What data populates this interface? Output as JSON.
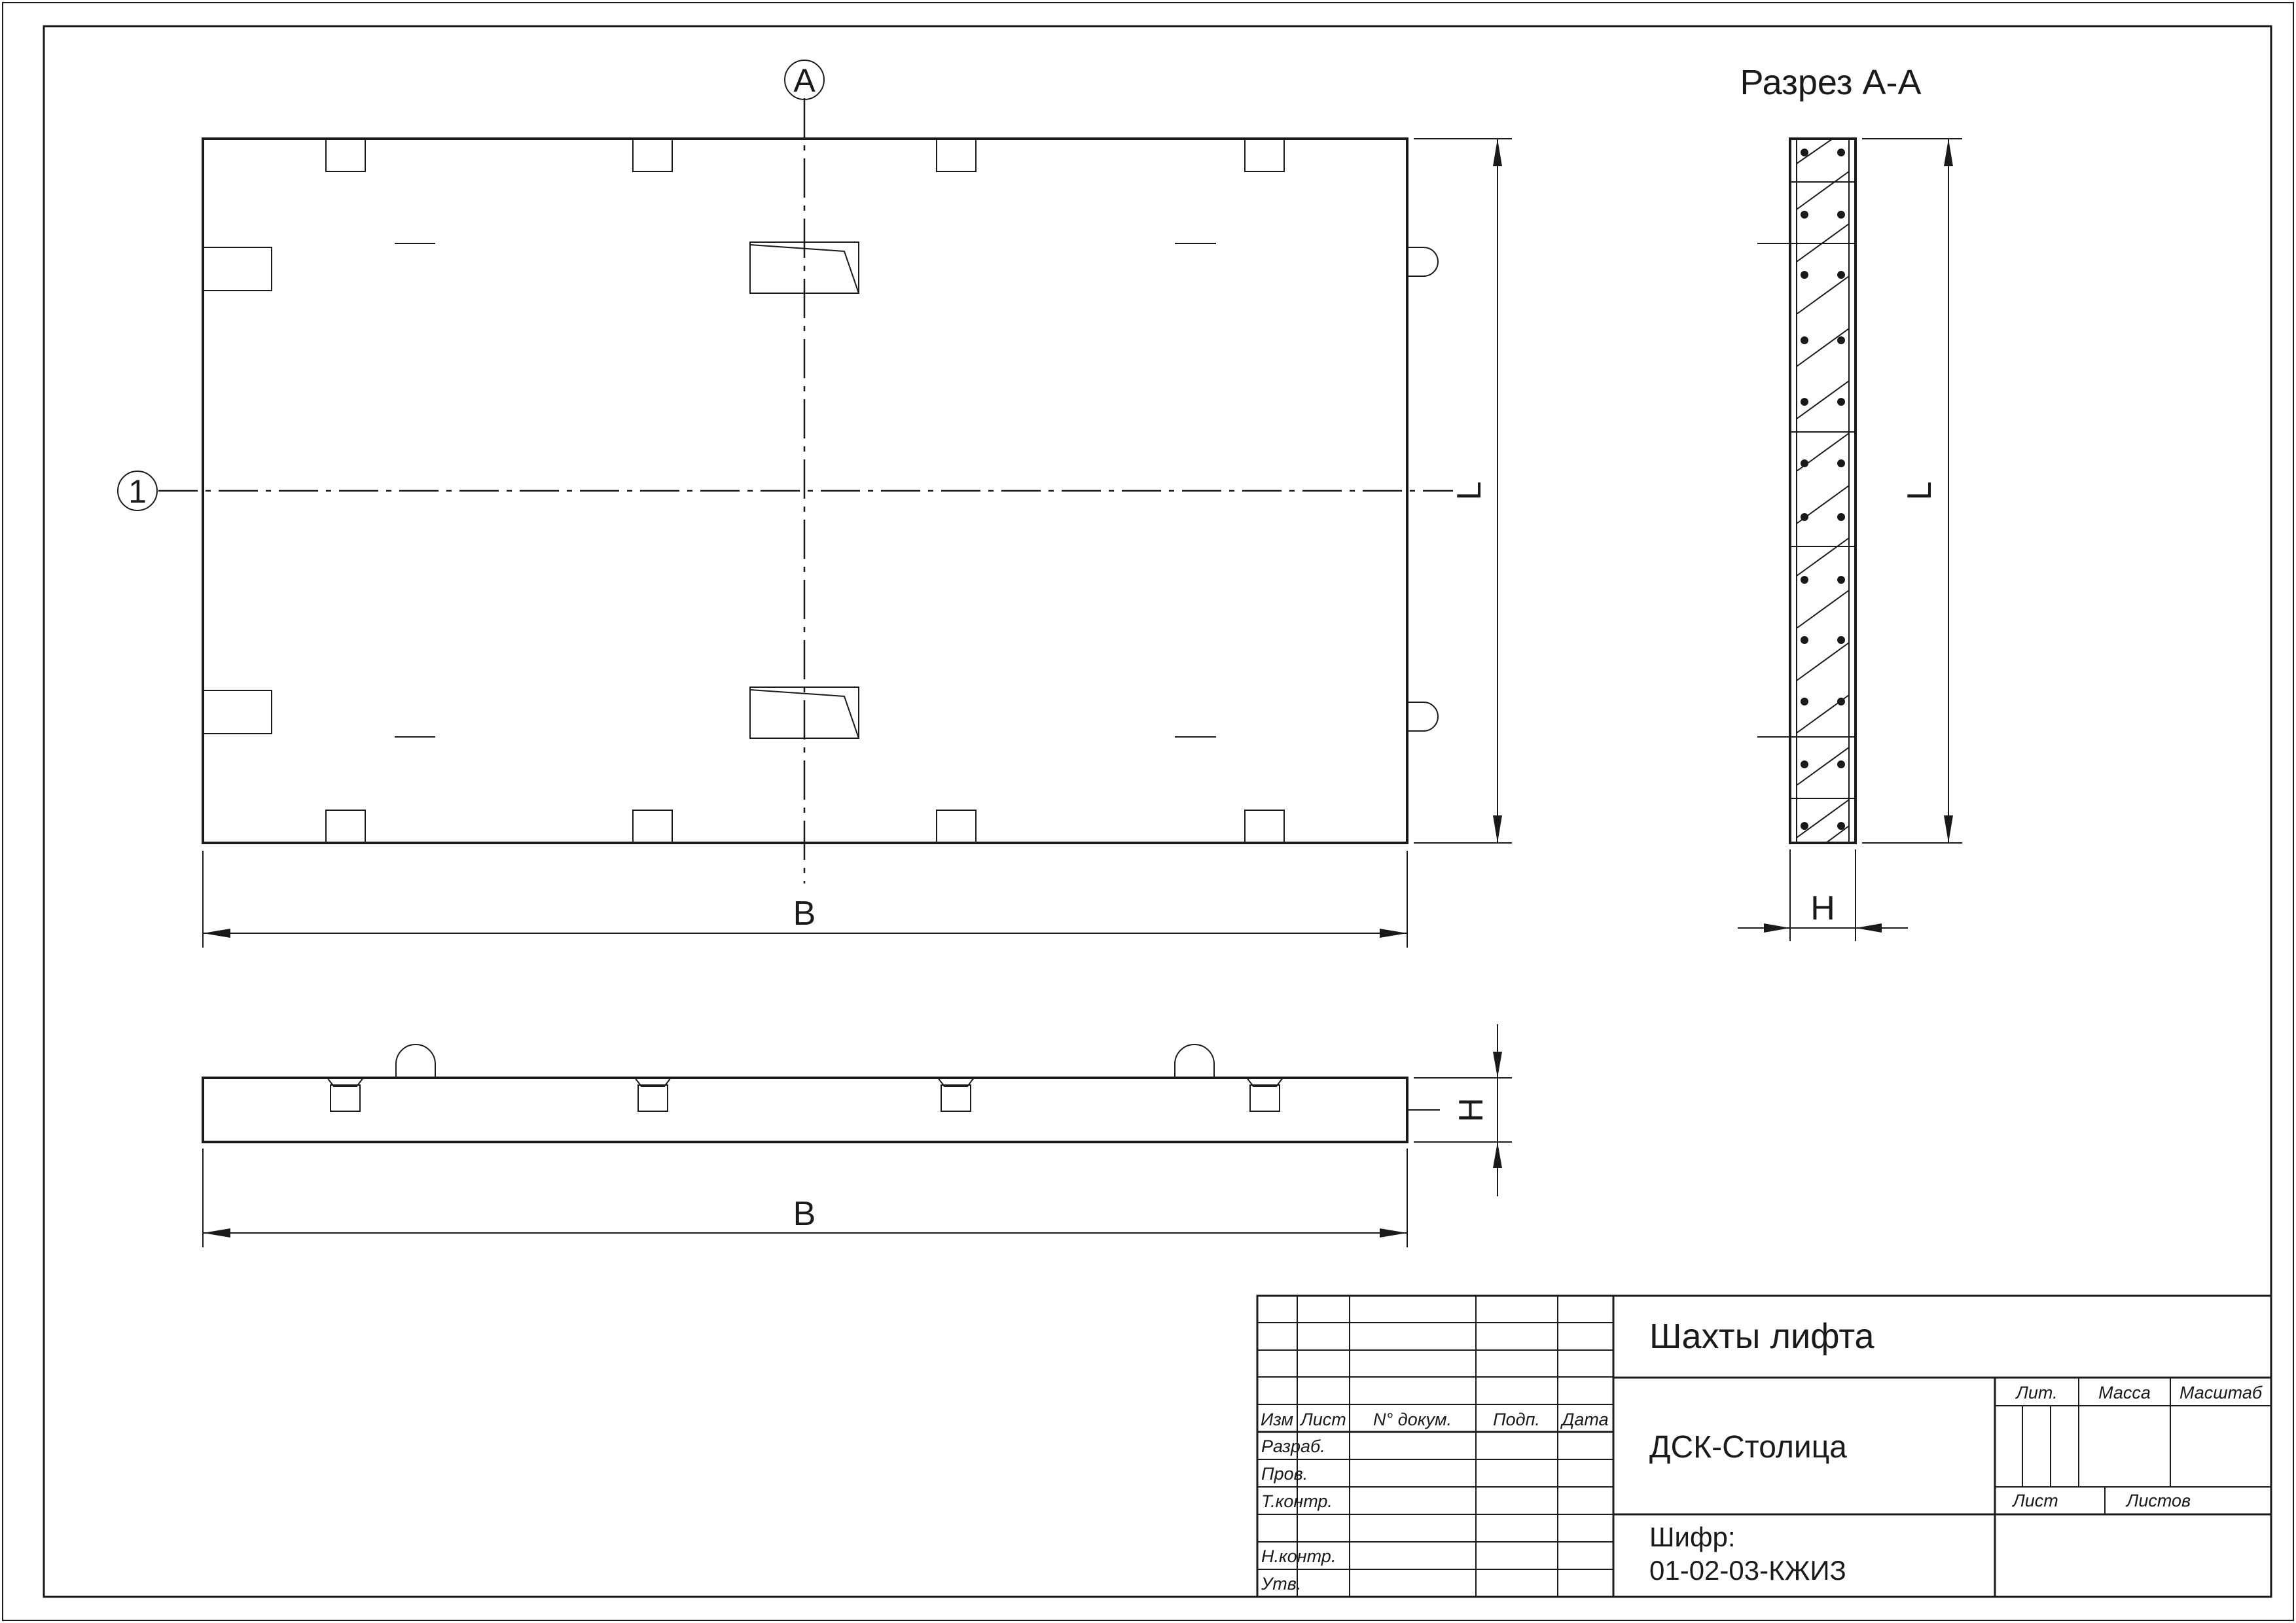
{
  "labels": {
    "axis_letter": "A",
    "axis_number": "1",
    "section_title": "Разрез А-А",
    "dim_b_plan": "B",
    "dim_b_elev": "B",
    "dim_l_plan": "L",
    "dim_l_section": "L",
    "dim_h_section": "H",
    "dim_h_elev": "H"
  },
  "title_block": {
    "title": "Шахты лифта",
    "organization": "ДСК-Столица",
    "code_label": "Шифр:",
    "code_value": "01-02-03-КЖИЗ",
    "columns": {
      "izm": "Изм",
      "list": "Лист",
      "doc": "N° докум.",
      "sign": "Подп.",
      "date": "Дата"
    },
    "rows": {
      "razrab": "Разраб.",
      "prov": "Пров.",
      "tkontr": "Т.контр.",
      "nkontr": "Н.контр.",
      "utv": "Утв."
    },
    "right_headers": {
      "lit": "Лит.",
      "massa": "Масса",
      "masshtab": "Масштаб",
      "sheet": "Лист",
      "sheets": "Листов"
    }
  }
}
